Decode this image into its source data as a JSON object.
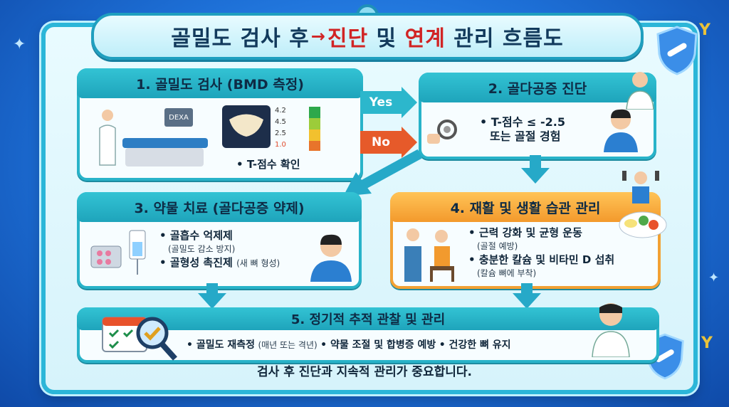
{
  "title": {
    "part1": "골밀도 검사 후",
    "arrow": "→",
    "part2": "진단",
    "part3": " 및 ",
    "part4": "연계",
    "part5": " 관리 흐름도"
  },
  "step1": {
    "title": "1. 골밀도 검사 (BMD 측정)",
    "device_label": "DEXA",
    "scale": [
      "4.2",
      "4.5",
      "2.5",
      "1.0"
    ],
    "bullet": "T-점수 확인"
  },
  "branch": {
    "yes": "Yes",
    "no": "No"
  },
  "step2": {
    "title": "2. 골다공증 진단",
    "bullet_line1": "T-점수 ≤ -2.5",
    "bullet_line2": "또는 골절 경험"
  },
  "step3": {
    "title": "3. 약물 치료 (골다공증 약제)",
    "item1": "골흡수 억제제",
    "item1_sub": "(골밀도 감소 방지)",
    "item2": "골형성 촉진제",
    "item2_sub": "(새 뼈 형성)"
  },
  "step4": {
    "title": "4. 재활 및 생활 습관 관리",
    "item1": "근력 강화 및 균형 운동",
    "item1_sub": "(골절 예방)",
    "item2": "충분한 칼슘 및 비타민 D 섭취",
    "item2_sub": "(칼슘 뼈에 부착)"
  },
  "step5": {
    "title": "5. 정기적 추적 관찰 및 관리",
    "item1": "골밀도 재측정",
    "item1_sub": "(매년 또는 격년)",
    "item2": "약물 조절 및 합병증 예방",
    "item3": "건강한 뼈 유지"
  },
  "footer": "검사 후 진단과 지속적 관리가 중요합니다.",
  "colors": {
    "teal": "#28b3c9",
    "orange": "#f2a134",
    "red": "#d12424"
  }
}
